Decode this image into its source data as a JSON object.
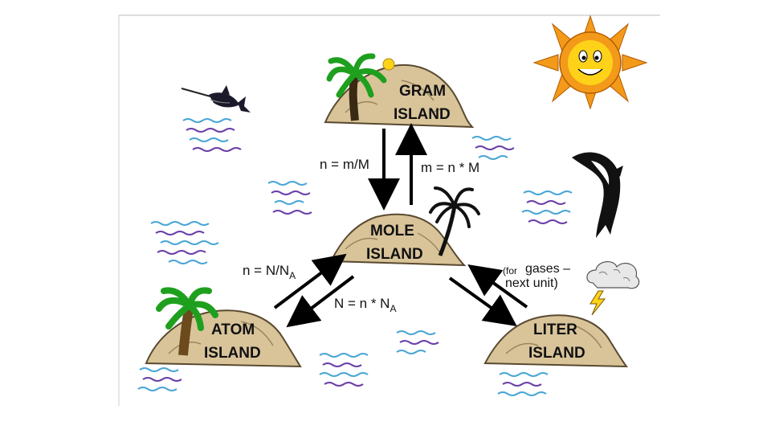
{
  "islands": {
    "gram": {
      "line1": "GRAM",
      "line2": "ISLAND"
    },
    "mole": {
      "line1": "MOLE",
      "line2": "ISLAND"
    },
    "atom": {
      "line1": "ATOM",
      "line2": "ISLAND"
    },
    "liter": {
      "line1": "LITER",
      "line2": "ISLAND"
    }
  },
  "formulas": {
    "gram_to_mole": "n = m/M",
    "mole_to_gram": "m = n * M",
    "atom_to_mole": {
      "text": "n = N/N",
      "subscript": "A"
    },
    "mole_to_atom": {
      "text": "N = n * N",
      "subscript": "A"
    }
  },
  "gas_note": {
    "prefix": "(for",
    "line1": "gases –",
    "line2": "next unit)"
  },
  "colors": {
    "island_fill": "#d9c49a",
    "island_edge": "#5a4a30",
    "wave_blue": "#4aa6d6",
    "wave_purple": "#6a3fa8",
    "sun_orange": "#f39a1a",
    "sun_yellow": "#ffd21a",
    "palm_green": "#1ea01e"
  }
}
